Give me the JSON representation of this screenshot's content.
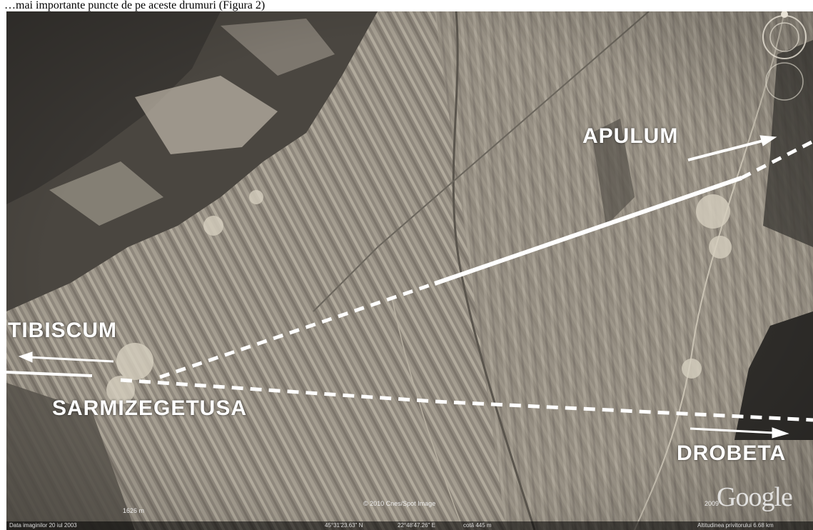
{
  "caption": "…mai importante puncte de pe aceste drumuri (Figura 2)",
  "labels": {
    "apulum": "APULUM",
    "tibiscum": "TIBISCUM",
    "sarmizegetusa": "SARMIZEGETUSA",
    "drobeta": "DROBETA"
  },
  "scale_label": "1626 m",
  "copyright_center": "© 2010 Cnes/Spot Image",
  "copyright_logo_year": "2009",
  "logo_text": "Google",
  "status_bar": {
    "imagery_date": "Data imaginilor 20 iul 2003",
    "latitude": "45°31'23.63\" N",
    "longitude": "22°48'47.26\" E",
    "elevation": "cotă 445 m",
    "eye_altitude": "Altitudinea privitorului 6.68 km"
  },
  "icons": {
    "compass": "compass-rose-icon"
  },
  "colors": {
    "route": "#ffffff",
    "terrain": "#8b847a"
  }
}
